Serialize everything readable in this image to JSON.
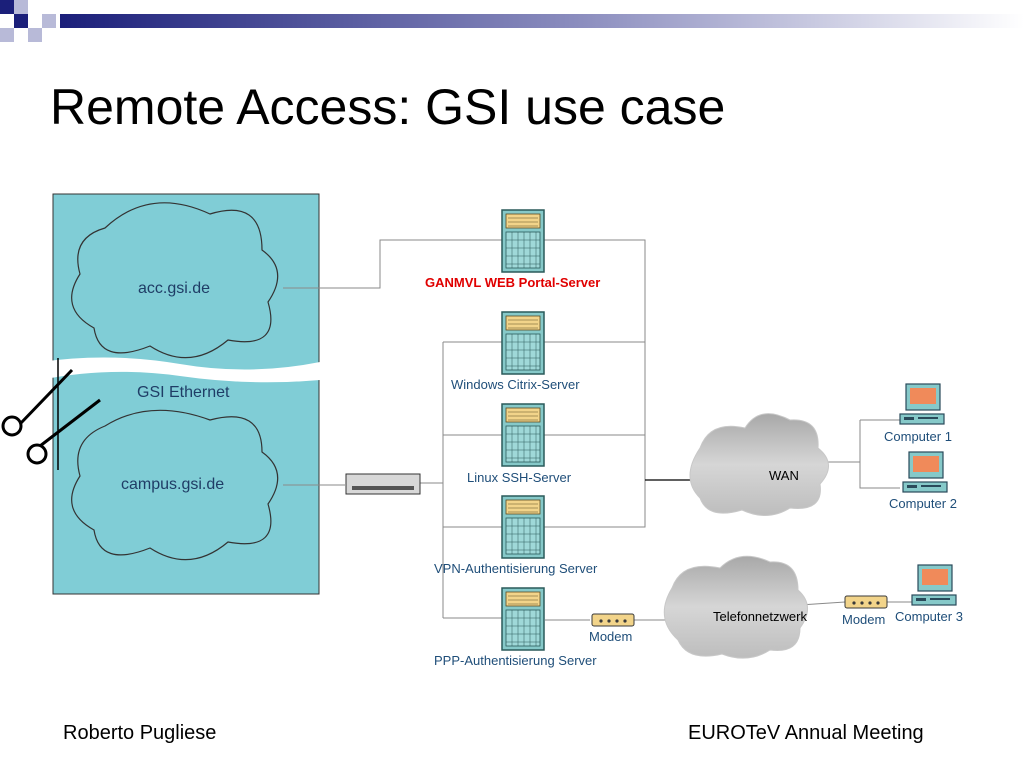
{
  "slide": {
    "title": "Remote Access: GSI use case",
    "footer_left": "Roberto Pugliese",
    "footer_right": "EUROTeV Annual Meeting"
  },
  "diagram": {
    "clouds": {
      "acc": "acc.gsi.de",
      "campus": "campus.gsi.de",
      "ethernet": "GSI Ethernet",
      "wan": "WAN",
      "tel": "Telefonnetzwerk"
    },
    "servers": {
      "portal": "GANMVL WEB Portal-Server",
      "citrix": "Windows Citrix-Server",
      "ssh": "Linux SSH-Server",
      "vpn": "VPN-Authentisierung Server",
      "ppp": "PPP-Authentisierung Server"
    },
    "modems": {
      "left": "Modem",
      "right": "Modem"
    },
    "computers": {
      "c1": "Computer 1",
      "c2": "Computer 2",
      "c3": "Computer 3"
    },
    "colors": {
      "lan_fill": "#80cdd6",
      "server_body": "#86c9c9",
      "server_panel": "#f2d48a",
      "monitor_screen": "#f08a5a",
      "portal_label": "#e00000"
    }
  }
}
